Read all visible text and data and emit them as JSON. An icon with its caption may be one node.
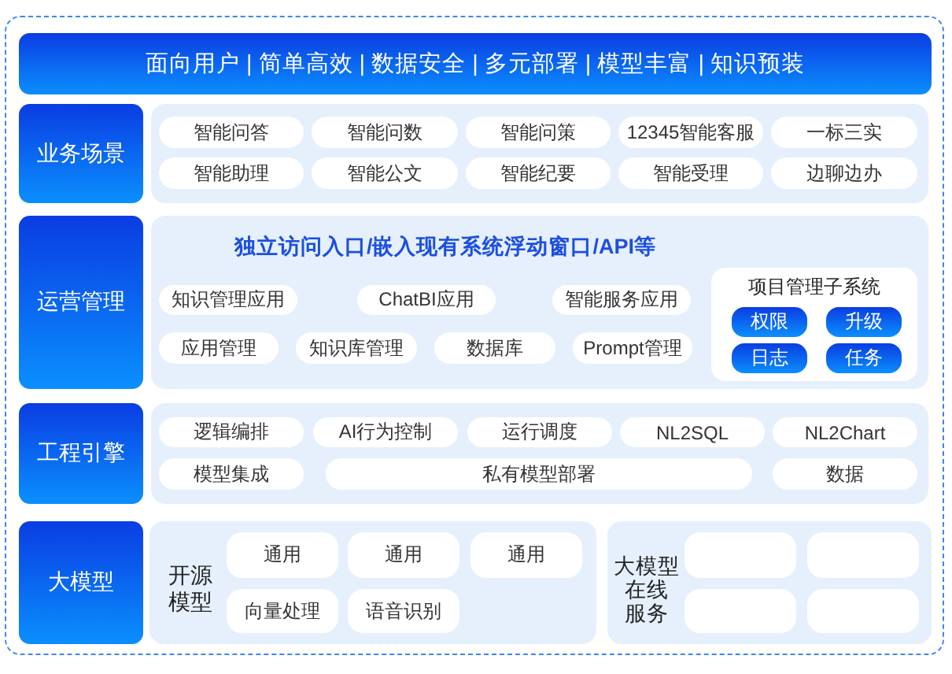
{
  "diagram": {
    "nodes": [
      {
        "text": [
          "面向用户 | 简单高效 | 数据安全 | 多元部署 | 模型丰富 | 知识预装"
        ]
      },
      {
        "text": [
          "业务场景"
        ]
      },
      {
        "text": [],
        "shape": "box"
      },
      {
        "text": [
          "智能问答"
        ],
        "in": 2
      },
      {
        "text": [
          "智能问数"
        ],
        "in": 2
      },
      {
        "text": [
          "智能问策"
        ],
        "in": 2
      },
      {
        "text": [
          "12345智能客服"
        ],
        "in": 2
      },
      {
        "text": [
          "一标三实"
        ],
        "in": 2
      },
      {
        "text": [
          "智能助理"
        ],
        "in": 2
      },
      {
        "text": [
          "智能公文"
        ],
        "in": 2
      },
      {
        "text": [
          "智能纪要"
        ],
        "in": 2
      },
      {
        "text": [
          "智能受理"
        ],
        "in": 2
      },
      {
        "text": [
          "边聊边办"
        ],
        "in": 2
      },
      {
        "text": [
          "运营管理"
        ]
      },
      {
        "text": [
          "独立访问入口/嵌入现有系统浮动窗口/API等"
        ]
      },
      {
        "text": [
          "知识管理应用"
        ],
        "in": 14
      },
      {
        "text": [
          "ChatBI应用"
        ],
        "in": 14
      },
      {
        "text": [
          "智能服务应用"
        ],
        "in": 14
      },
      {
        "text": [
          "应用管理"
        ],
        "in": 14
      },
      {
        "text": [
          "知识库管理"
        ],
        "in": 14
      },
      {
        "text": [
          "数据库"
        ],
        "in": 14
      },
      {
        "text": [
          "Prompt管理"
        ],
        "in": 14
      },
      {
        "text": [
          "项目管理子系统"
        ],
        "in": 14
      },
      {
        "text": [
          "权限"
        ],
        "in": 22
      },
      {
        "text": [
          "升级"
        ],
        "in": 22
      },
      {
        "text": [
          "日志"
        ],
        "in": 22
      },
      {
        "text": [
          "任务"
        ],
        "in": 22
      },
      {
        "text": [
          "工程引擎"
        ]
      },
      {
        "text": [],
        "shape": "box"
      },
      {
        "text": [
          "逻辑编排"
        ],
        "in": 28
      },
      {
        "text": [
          "AI行为控制"
        ],
        "in": 28
      },
      {
        "text": [
          "运行调度"
        ],
        "in": 28
      },
      {
        "text": [
          "NL2SQL"
        ],
        "in": 28
      },
      {
        "text": [
          "NL2Chart"
        ],
        "in": 28
      },
      {
        "text": [
          "模型集成"
        ],
        "in": 28
      },
      {
        "text": [
          "私有模型部署"
        ],
        "in": 28
      },
      {
        "text": [
          "数据"
        ],
        "in": 28
      },
      {
        "text": [
          "大模型"
        ]
      },
      {
        "text": [
          "开源模型"
        ]
      },
      {
        "text": [
          "通用"
        ],
        "in": 38
      },
      {
        "text": [
          "通用"
        ],
        "in": 38
      },
      {
        "text": [
          "通用"
        ],
        "in": 38
      },
      {
        "text": [
          "向量处理"
        ],
        "in": 38
      },
      {
        "text": [
          "语音识别"
        ],
        "in": 38
      },
      {
        "text": [
          "大模型在线服务"
        ]
      },
      {
        "text": [],
        "shape": "box",
        "in": 44
      },
      {
        "text": [],
        "shape": "box",
        "in": 44
      },
      {
        "text": [],
        "shape": "box",
        "in": 44
      },
      {
        "text": [],
        "shape": "box",
        "in": 44
      }
    ]
  }
}
